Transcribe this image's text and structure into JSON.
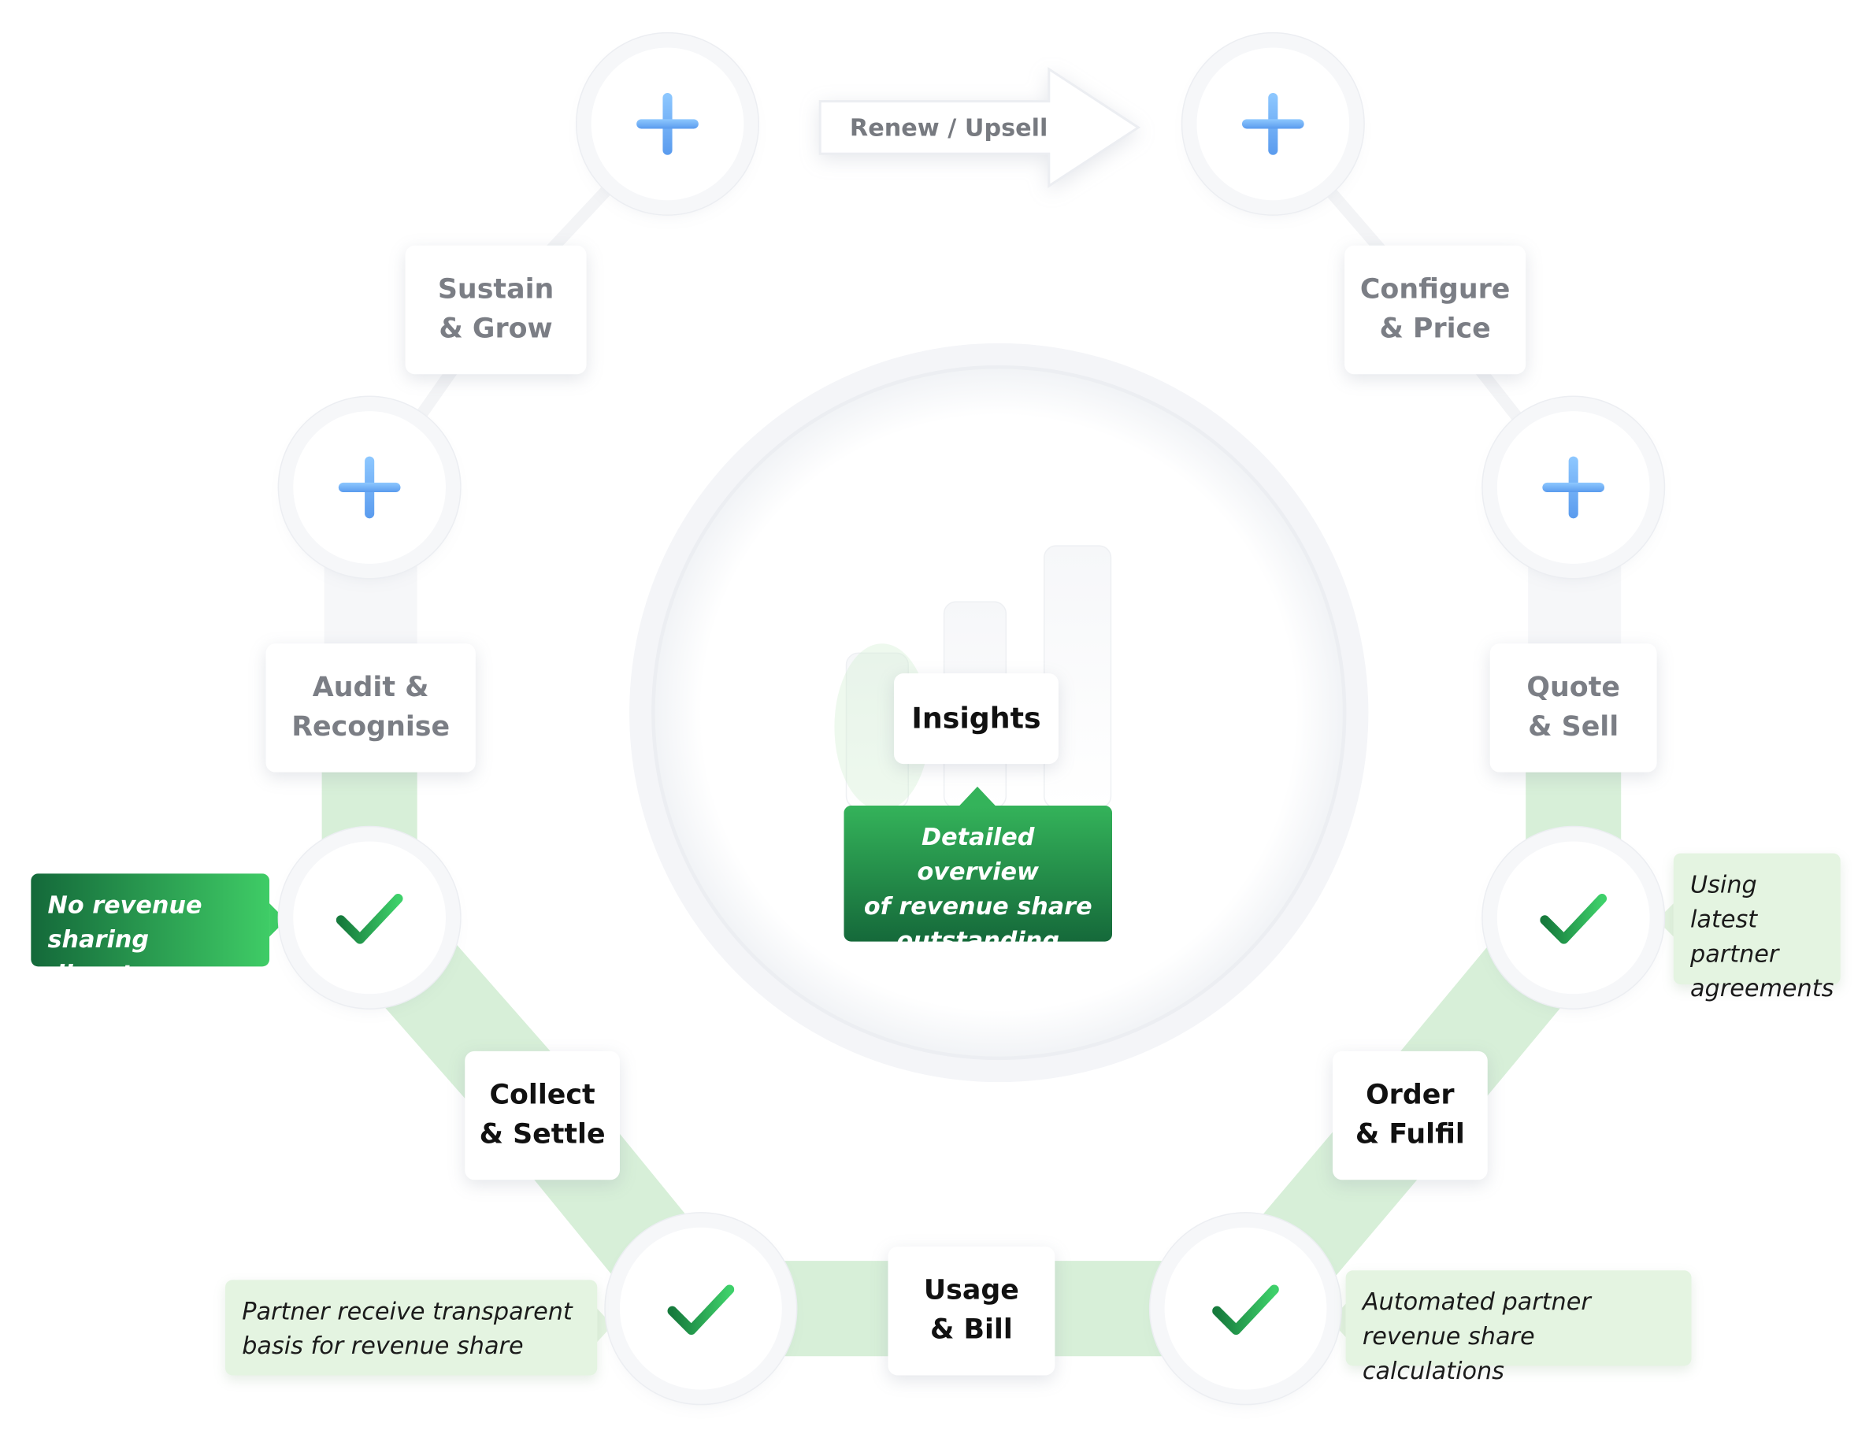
{
  "stages": {
    "sustain_grow": "Sustain\n& Grow",
    "configure_price": "Configure\n& Price",
    "audit_recognise": "Audit &\nRecognise",
    "quote_sell": "Quote\n& Sell",
    "collect_settle": "Collect\n& Settle",
    "order_fulfil": "Order\n& Fulfil",
    "usage_bill": "Usage\n& Bill"
  },
  "renew_label": "Renew / Upsell",
  "center": {
    "title": "Insights",
    "description": "Detailed overview\nof revenue share\noutstanding"
  },
  "callouts": {
    "no_disputes": "No revenue\nsharing disputes",
    "latest_agreements": "Using latest\npartner\nagreements",
    "transparent_basis": "Partner receive transparent\nbasis for revenue share",
    "automated_calculations": "Automated partner\nrevenue share calculations"
  },
  "colors": {
    "plus_top": "#8ec8ff",
    "plus_bottom": "#5a9bee",
    "check_top": "#3ed06a",
    "check_bottom": "#146d36",
    "active_path": "#d7efd8",
    "inactive_path": "#f4f5f7"
  }
}
